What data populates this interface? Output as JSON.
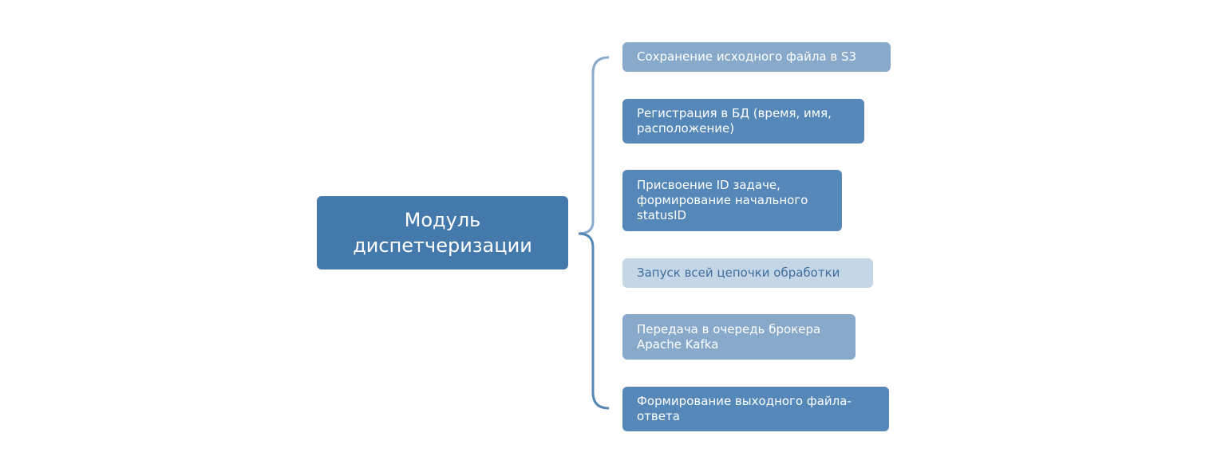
{
  "main": {
    "title": "Модуль\nдиспетчеризации"
  },
  "steps": [
    {
      "label": "Сохранение исходного файла в S3"
    },
    {
      "label": "Регистрация в БД (время, имя,\nрасположение)"
    },
    {
      "label": "Присвоение ID задаче,\nформирование начального\nstatusID"
    },
    {
      "label": "Запуск всей цепочки обработки"
    },
    {
      "label": "Передача в очередь брокера\nApache Kafka"
    },
    {
      "label": "Формирование выходного файла-\nответа"
    }
  ],
  "colors": {
    "main": "#4479ab",
    "dark": "#5588b8",
    "mid": "#88a9ca",
    "light": "#c5d6e7",
    "brace_top": "#8aaacb",
    "brace_bottom": "#5586b5"
  }
}
